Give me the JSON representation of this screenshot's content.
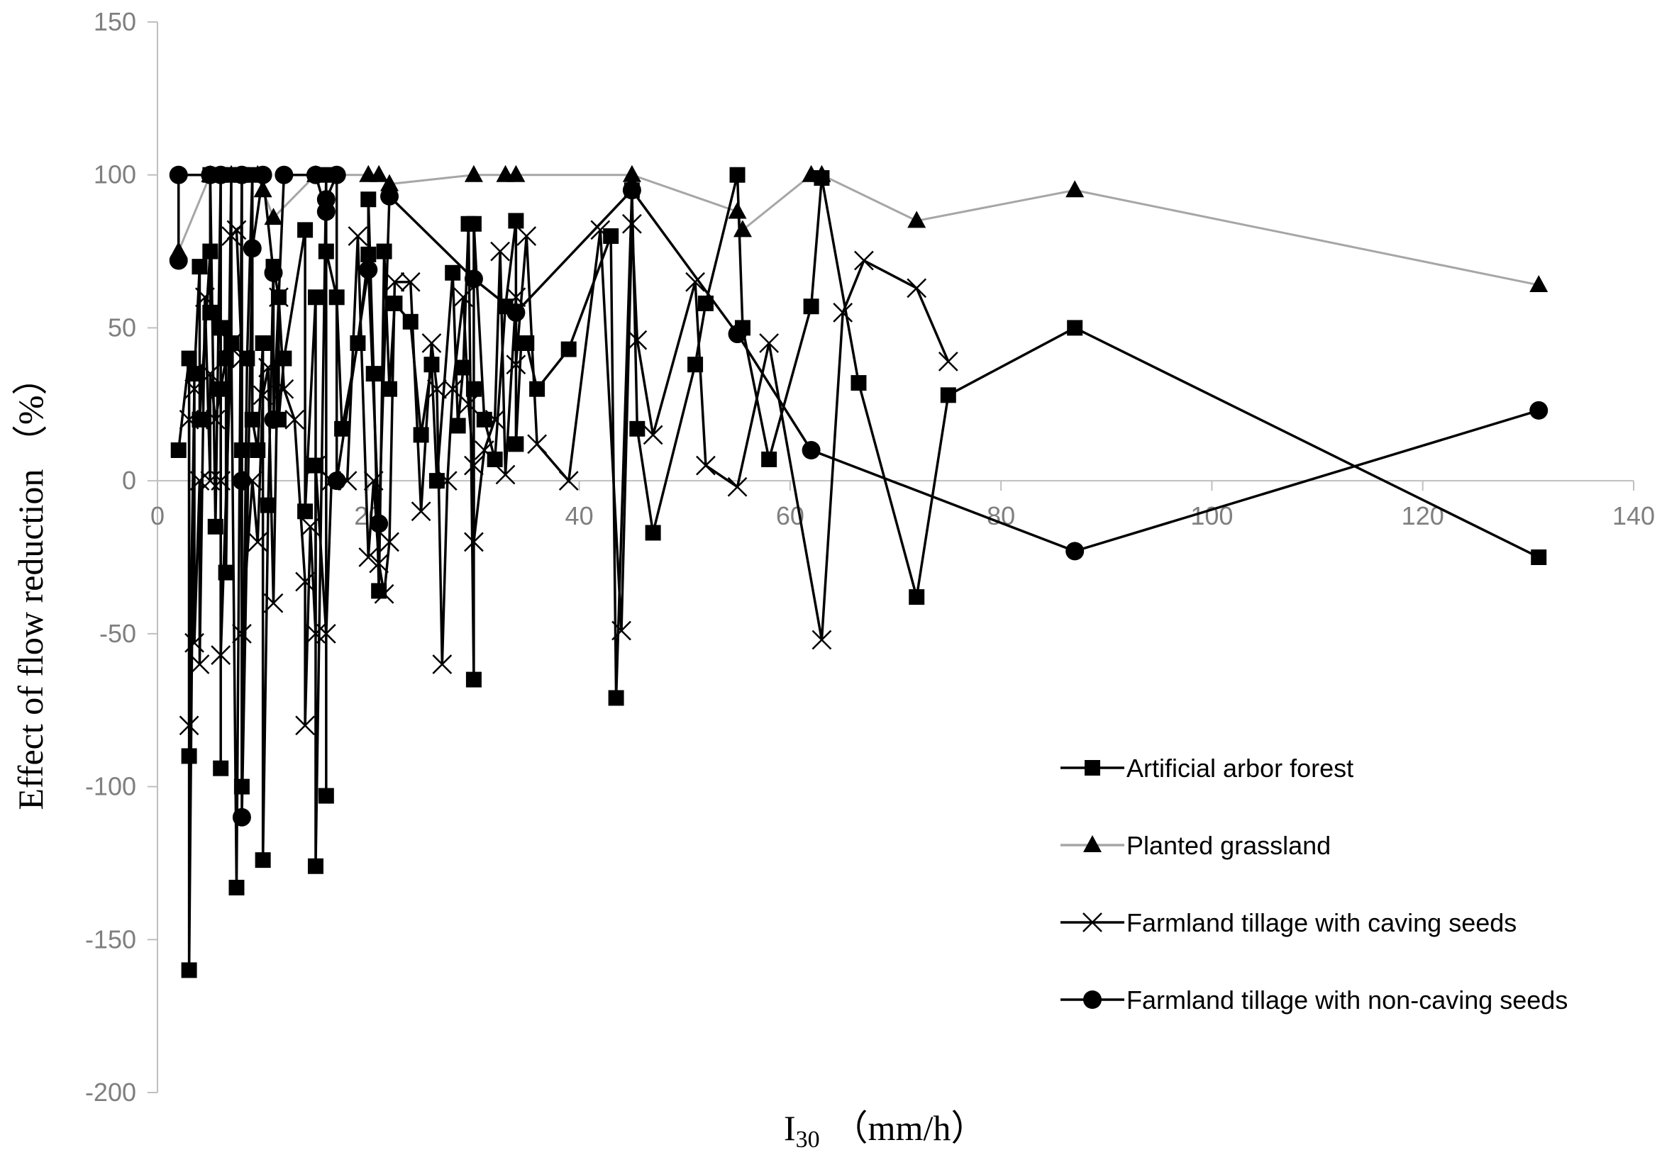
{
  "chart_data": {
    "type": "line",
    "xlabel_main": "I",
    "xlabel_sub": "30",
    "xlabel_unit": "（mm/h）",
    "ylabel": "Effect of flow reduction （%）",
    "xlim": [
      0,
      140
    ],
    "ylim": [
      -200,
      150
    ],
    "xticks": [
      0,
      20,
      40,
      60,
      80,
      100,
      120,
      140
    ],
    "yticks": [
      150,
      100,
      50,
      0,
      -50,
      -100,
      -150,
      -200
    ],
    "grid": false,
    "legend_position": "bottom-right",
    "series": [
      {
        "name": "Artificial arbor forest",
        "marker": "square",
        "color": "#000000",
        "x": [
          2.0,
          3.0,
          3.0,
          3.0,
          3.5,
          4.0,
          4.0,
          5.0,
          5.0,
          5.0,
          5.5,
          6.0,
          6.0,
          6.0,
          6.0,
          6.5,
          6.5,
          7.0,
          7.0,
          7.5,
          8.0,
          8.0,
          8.0,
          8.5,
          9.0,
          9.0,
          9.5,
          10.0,
          10.0,
          10.5,
          11.0,
          11.5,
          11.5,
          12.0,
          14.0,
          14.0,
          15.0,
          15.0,
          15.0,
          16.0,
          16.0,
          16.0,
          17.0,
          17.5,
          19.0,
          20.0,
          20.0,
          20.5,
          21.0,
          21.5,
          22.0,
          22.5,
          24.0,
          25.0,
          26.0,
          26.5,
          28.0,
          28.5,
          29.0,
          29.5,
          30.0,
          30.0,
          30.0,
          31.0,
          32.0,
          33.0,
          34.0,
          34.0,
          34.5,
          35.0,
          36.0,
          39.0,
          43.0,
          43.5,
          45.0,
          45.5,
          47.0,
          51.0,
          52.0,
          55.0,
          55.5,
          58.0,
          62.0,
          63.0,
          66.5,
          72.0,
          75.0,
          87.0,
          131.0
        ],
        "y": [
          10,
          40,
          -90,
          -160,
          35,
          70,
          20,
          75,
          55,
          100,
          -15,
          100,
          50,
          -94,
          30,
          40,
          -30,
          100,
          45,
          -133,
          100,
          10,
          -100,
          40,
          100,
          20,
          10,
          45,
          -124,
          -8,
          70,
          60,
          20,
          40,
          82,
          -10,
          60,
          5,
          -126,
          100,
          -103,
          75,
          60,
          17,
          45,
          74,
          92,
          35,
          -36,
          75,
          30,
          58,
          52,
          15,
          38,
          0,
          68,
          18,
          37,
          84,
          -65,
          30,
          84,
          20,
          7,
          57,
          85,
          12,
          45,
          45,
          30,
          43,
          80,
          -71,
          95,
          17,
          -17,
          38,
          58,
          100,
          50,
          7,
          57,
          99,
          32,
          -38,
          28,
          50,
          -25
        ]
      },
      {
        "name": "Planted grassland",
        "marker": "triangle",
        "color": "#a6a6a6",
        "x": [
          2.0,
          5.0,
          7.0,
          9.5,
          10.0,
          11.0,
          15.0,
          20.0,
          21.0,
          22.0,
          30.0,
          33.0,
          34.0,
          45.0,
          55.0,
          55.5,
          62.0,
          63.0,
          72.0,
          87.0,
          131.0
        ],
        "y": [
          75,
          100,
          100,
          100,
          95,
          86,
          100,
          100,
          100,
          97,
          100,
          100,
          100,
          100,
          88,
          82,
          100,
          100,
          85,
          95,
          64
        ]
      },
      {
        "name": "Farmland tillage with caving seeds",
        "marker": "x",
        "color": "#000000",
        "x": [
          3.0,
          3.0,
          3.5,
          3.5,
          4.0,
          4.0,
          4.5,
          5.0,
          5.0,
          5.5,
          6.0,
          6.0,
          6.0,
          7.0,
          7.0,
          7.5,
          8.0,
          8.0,
          9.0,
          9.5,
          10.0,
          10.5,
          11.0,
          11.5,
          12.0,
          13.0,
          14.0,
          14.0,
          14.5,
          15.0,
          15.0,
          16.0,
          16.5,
          18.0,
          19.0,
          20.0,
          20.5,
          21.0,
          21.5,
          22.0,
          22.5,
          24.0,
          25.0,
          26.0,
          26.5,
          27.0,
          27.5,
          28.0,
          29.0,
          29.5,
          30.0,
          30.0,
          31.0,
          32.0,
          32.5,
          33.0,
          34.0,
          34.0,
          35.0,
          36.0,
          39.0,
          42.0,
          44.0,
          45.0,
          45.5,
          47.0,
          51.0,
          52.0,
          55.0,
          58.0,
          63.0,
          65.0,
          67.0,
          72.0,
          75.0
        ],
        "y": [
          20,
          -80,
          30,
          -53,
          0,
          -60,
          60,
          0,
          35,
          20,
          30,
          0,
          -57,
          45,
          80,
          82,
          40,
          -50,
          0,
          -20,
          28,
          37,
          -40,
          60,
          30,
          20,
          -33,
          -80,
          -15,
          -50,
          5,
          -50,
          0,
          0,
          80,
          -25,
          0,
          -27,
          -37,
          -20,
          65,
          65,
          -10,
          45,
          30,
          -60,
          0,
          30,
          60,
          25,
          5,
          -20,
          10,
          20,
          75,
          2,
          60,
          38,
          80,
          12,
          0,
          82,
          -49,
          84,
          46,
          15,
          65,
          5,
          -2,
          45,
          -52,
          55,
          72,
          63,
          39
        ]
      },
      {
        "name": "Farmland tillage with non-caving seeds",
        "marker": "circle",
        "color": "#000000",
        "x": [
          2.0,
          2.0,
          5.0,
          6.0,
          8.0,
          8.0,
          8.0,
          9.0,
          10.0,
          11.0,
          11.0,
          12.0,
          15.0,
          16.0,
          16.0,
          17.0,
          17.0,
          20.0,
          21.0,
          22.0,
          30.0,
          34.0,
          45.0,
          55.0,
          62.0,
          87.0,
          131.0
        ],
        "y": [
          72,
          100,
          100,
          100,
          100,
          0,
          -110,
          76,
          100,
          68,
          20,
          100,
          100,
          88,
          92,
          100,
          0,
          69,
          -14,
          93,
          66,
          55,
          95,
          48,
          10,
          -23,
          23
        ]
      }
    ]
  }
}
